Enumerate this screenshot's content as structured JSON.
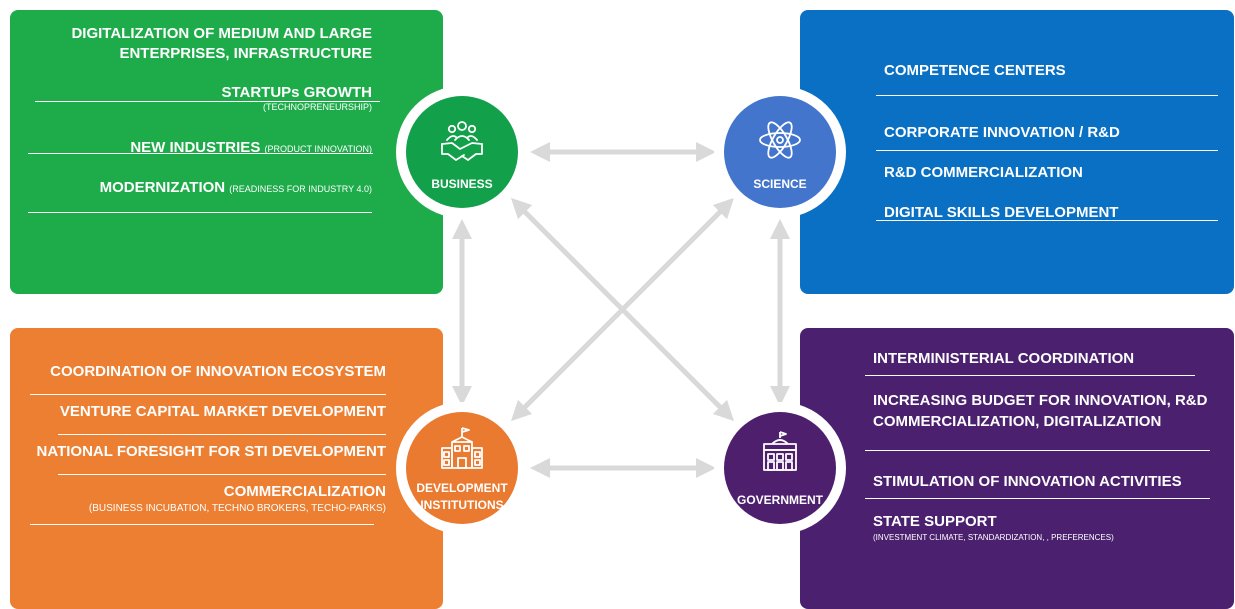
{
  "colors": {
    "business": "#1eac4b",
    "science": "#0a70c4",
    "development": "#ec7f31",
    "government": "#4b216f",
    "business_circle": "#13a04a",
    "science_circle": "#4275cb",
    "development_circle": "#e97a30",
    "government_circle": "#4d1f6d",
    "arrow": "#d9d9d9"
  },
  "business": {
    "title": "BUSINESS",
    "icon": "people-handshake-icon",
    "items": [
      {
        "line1": "DIGITALIZATION OF MEDIUM AND LARGE",
        "line2": "ENTERPRISES, INFRASTRUCTURE"
      },
      {
        "main": "STARTUPs GROWTH",
        "sub": "(TECHNOPRENEURSHIP)"
      },
      {
        "main": "NEW INDUSTRIES",
        "sub": "(PRODUCT INNOVATION)"
      },
      {
        "main": "MODERNIZATION",
        "sub": "(READINESS FOR INDUSTRY 4.0)"
      }
    ]
  },
  "science": {
    "title": "SCIENCE",
    "icon": "atom-icon",
    "items": [
      "COMPETENCE CENTERS",
      "CORPORATE INNOVATION / R&D",
      "R&D COMMERCIALIZATION",
      "DIGITAL SKILLS DEVELOPMENT"
    ]
  },
  "development": {
    "title_line1": "DEVELOPMENT",
    "title_line2": "INSTITUTIONS",
    "icon": "school-building-icon",
    "items": [
      {
        "main": "COORDINATION OF INNOVATION ECOSYSTEM"
      },
      {
        "main": "VENTURE CAPITAL MARKET DEVELOPMENT"
      },
      {
        "main": "NATIONAL FORESIGHT FOR STI DEVELOPMENT"
      },
      {
        "main": "COMMERCIALIZATION",
        "sub": "(BUSINESS INCUBATION, TECHNO BROKERS, TECHO-PARKS)"
      }
    ]
  },
  "government": {
    "title": "GOVERNMENT",
    "icon": "government-building-icon",
    "items": [
      {
        "main": "INTERMINISTERIAL COORDINATION"
      },
      {
        "line1": "INCREASING BUDGET FOR INNOVATION, R&D",
        "line2": "COMMERCIALIZATION, DIGITALIZATION"
      },
      {
        "main": "STIMULATION OF INNOVATION ACTIVITIES"
      },
      {
        "main": "STATE SUPPORT",
        "sub": "(INVESTMENT CLIMATE, STANDARDIZATION, , PREFERENCES)"
      }
    ]
  }
}
